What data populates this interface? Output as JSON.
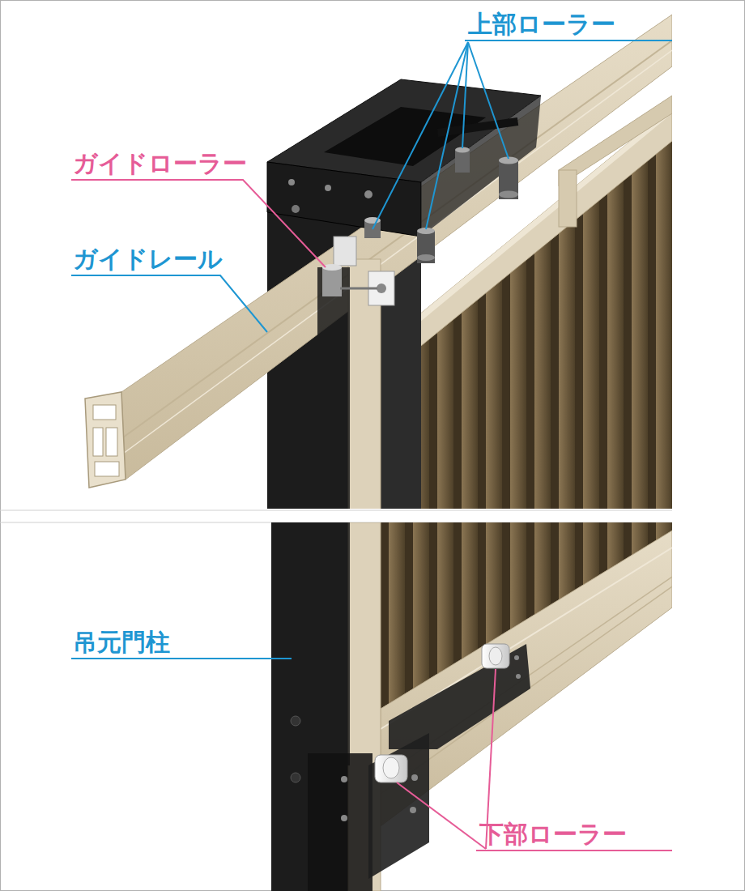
{
  "diagram": {
    "labels": [
      "上部ローラー",
      "ガイドローラー",
      "ガイドレール",
      "吊元門柱",
      "下部ローラー"
    ]
  }
}
